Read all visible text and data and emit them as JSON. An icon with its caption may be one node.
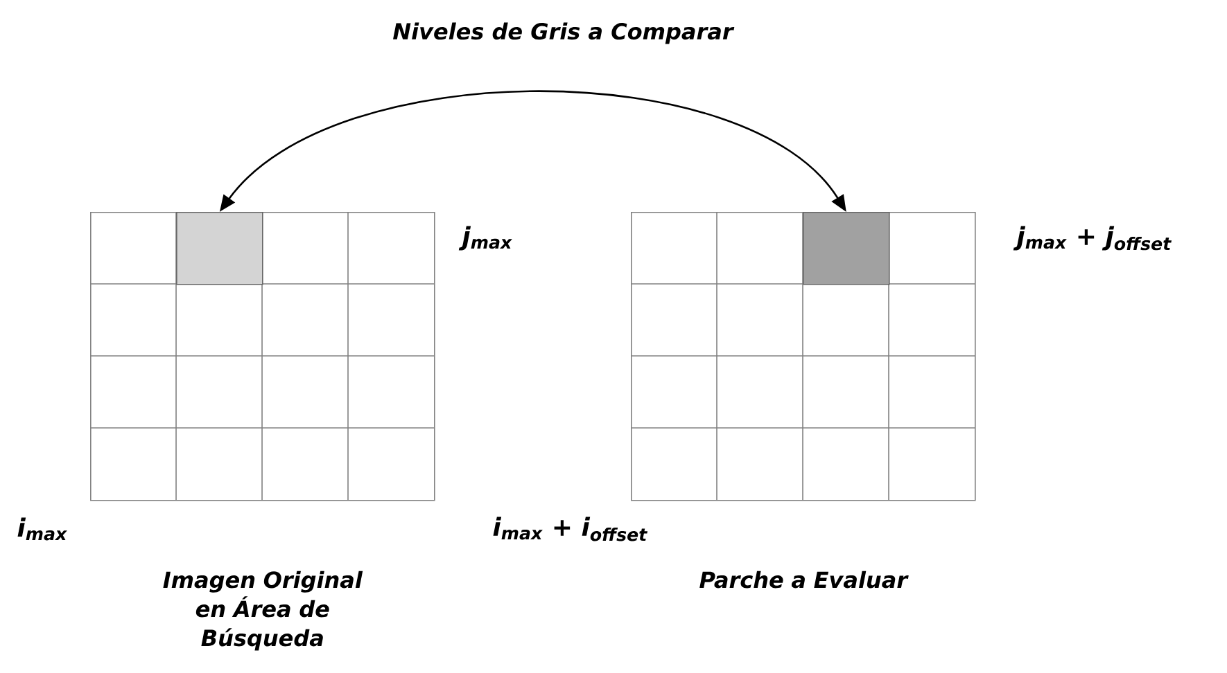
{
  "diagram": {
    "nodes": [
      {
        "text": [
          "Imagen Original en Área de Búsqueda"
        ]
      },
      {
        "text": [],
        "shape": "box",
        "in": 0
      },
      {
        "text": [
          "Parche a Evaluar"
        ]
      },
      {
        "text": [],
        "shape": "box",
        "in": 2
      }
    ],
    "edges": [
      {
        "from": 3,
        "to": 1,
        "arrow": "both",
        "label": "Niveles de Gris a Comparar"
      }
    ],
    "labels": [
      "j$_{max}$",
      "j$_{max}$ + j$_{offset}$",
      "i$_{max}$",
      "i$_{max}$ + i$_{offset}$"
    ]
  }
}
